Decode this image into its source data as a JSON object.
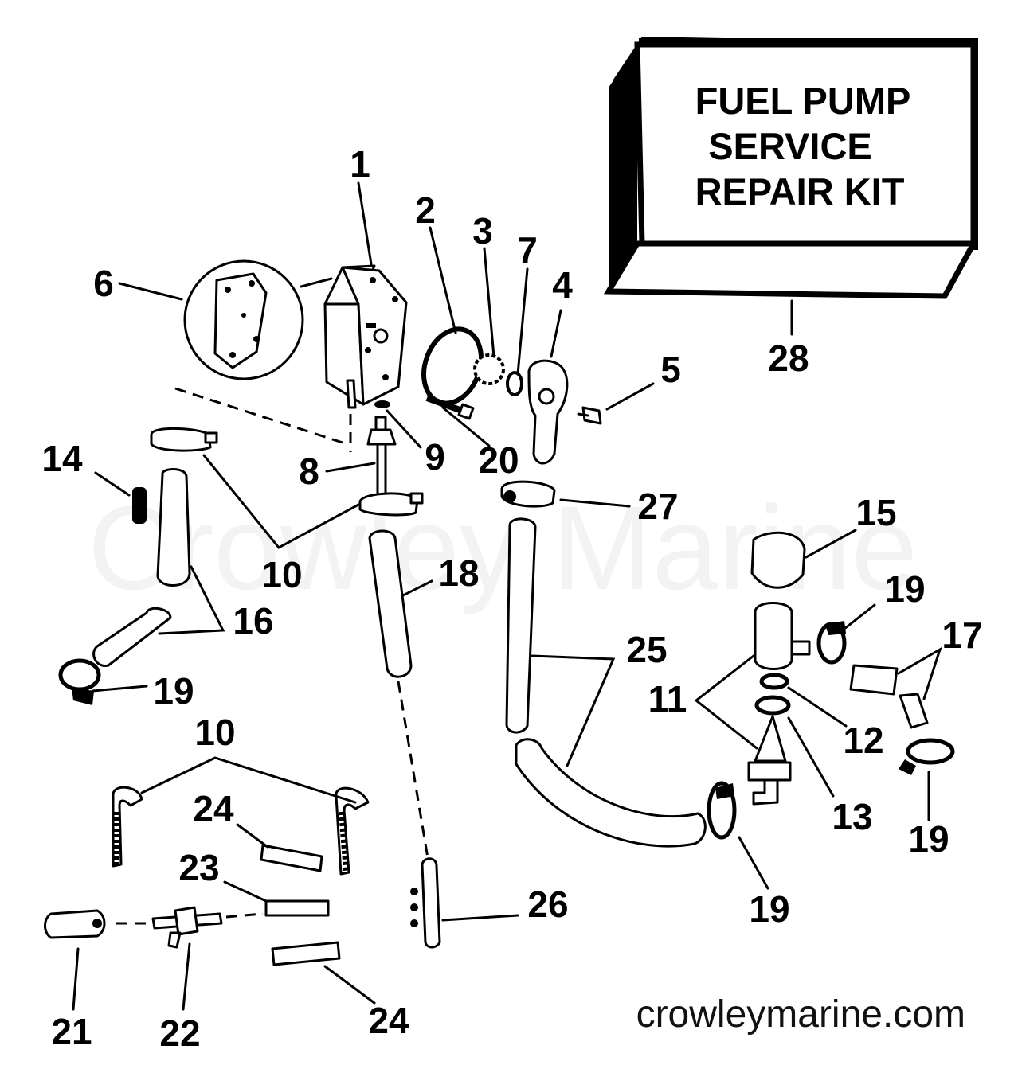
{
  "kit": {
    "line1": "FUEL PUMP",
    "line2": "SERVICE",
    "line3": "REPAIR KIT"
  },
  "watermark": "Crowley Marine",
  "site": "crowleymarine.com",
  "callouts": [
    "1",
    "2",
    "3",
    "7",
    "4",
    "6",
    "5",
    "28",
    "14",
    "8",
    "9",
    "20",
    "27",
    "15",
    "10",
    "18",
    "16",
    "19",
    "25",
    "17",
    "11",
    "19",
    "12",
    "19",
    "10",
    "24",
    "13",
    "19",
    "23",
    "26",
    "19",
    "21",
    "22",
    "24"
  ]
}
